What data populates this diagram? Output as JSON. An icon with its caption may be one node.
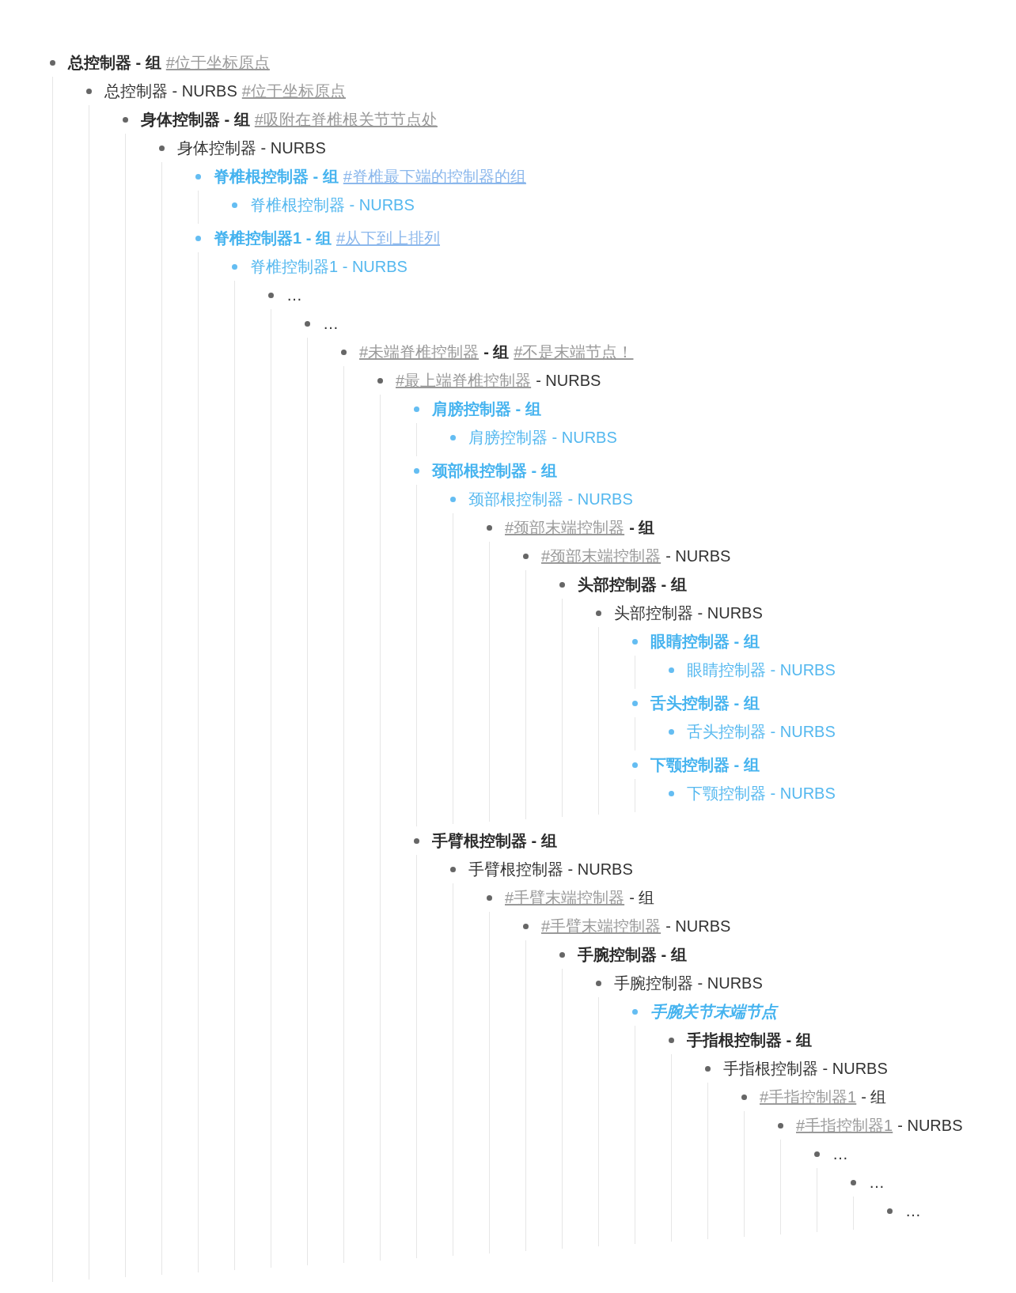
{
  "diagram": {
    "nodes": [
      {
        "text": [
          "总控制器 - 组",
          "#位于坐标原点"
        ]
      },
      {
        "text": [
          "总控制器 - NURBS",
          "#位于坐标原点"
        ],
        "in": 0
      },
      {
        "text": [
          "身体控制器 - 组",
          "#吸附在脊椎根关节节点处"
        ],
        "in": 1
      },
      {
        "text": [
          "身体控制器 - NURBS"
        ],
        "in": 2
      },
      {
        "text": [
          "脊椎根控制器 - 组",
          "#脊椎最下端的控制器的组"
        ],
        "in": 3
      },
      {
        "text": [
          "脊椎根控制器 - NURBS"
        ],
        "in": 4
      },
      {
        "text": [
          "脊椎控制器1 - 组",
          "#从下到上排列"
        ],
        "in": 3
      },
      {
        "text": [
          "脊椎控制器1 - NURBS"
        ],
        "in": 6
      },
      {
        "text": [
          "…"
        ],
        "in": 7
      },
      {
        "text": [
          "…"
        ],
        "in": 8
      },
      {
        "text": [
          "#未端脊椎控制器",
          "- 组",
          "#不是末端节点！"
        ],
        "in": 9
      },
      {
        "text": [
          "#最上端脊椎控制器",
          "- NURBS"
        ],
        "in": 10
      },
      {
        "text": [
          "肩膀控制器 - 组"
        ],
        "in": 11
      },
      {
        "text": [
          "肩膀控制器 - NURBS"
        ],
        "in": 12
      },
      {
        "text": [
          "颈部根控制器 - 组"
        ],
        "in": 11
      },
      {
        "text": [
          "颈部根控制器 - NURBS"
        ],
        "in": 14
      },
      {
        "text": [
          "#颈部末端控制器",
          "- 组"
        ],
        "in": 15
      },
      {
        "text": [
          "#颈部末端控制器",
          "- NURBS"
        ],
        "in": 16
      },
      {
        "text": [
          "头部控制器 - 组"
        ],
        "in": 17
      },
      {
        "text": [
          "头部控制器 - NURBS"
        ],
        "in": 18
      },
      {
        "text": [
          "眼睛控制器 - 组"
        ],
        "in": 19
      },
      {
        "text": [
          "眼睛控制器 - NURBS"
        ],
        "in": 20
      },
      {
        "text": [
          "舌头控制器 - 组"
        ],
        "in": 19
      },
      {
        "text": [
          "舌头控制器 - NURBS"
        ],
        "in": 22
      },
      {
        "text": [
          "下颚控制器 - 组"
        ],
        "in": 19
      },
      {
        "text": [
          "下颚控制器 - NURBS"
        ],
        "in": 24
      },
      {
        "text": [
          "手臂根控制器 - 组"
        ],
        "in": 11
      },
      {
        "text": [
          "手臂根控制器 - NURBS"
        ],
        "in": 26
      },
      {
        "text": [
          "#手臂末端控制器",
          "- 组"
        ],
        "in": 27
      },
      {
        "text": [
          "#手臂末端控制器",
          "- NURBS"
        ],
        "in": 28
      },
      {
        "text": [
          "手腕控制器 - 组"
        ],
        "in": 29
      },
      {
        "text": [
          "手腕控制器 - NURBS"
        ],
        "in": 30
      },
      {
        "text": [
          "手腕关节末端节点"
        ],
        "in": 31
      },
      {
        "text": [
          "手指根控制器 - 组"
        ],
        "in": 32
      },
      {
        "text": [
          "手指根控制器 - NURBS"
        ],
        "in": 33
      },
      {
        "text": [
          "#手指控制器1",
          "- 组"
        ],
        "in": 34
      },
      {
        "text": [
          "#手指控制器1",
          "- NURBS"
        ],
        "in": 35
      },
      {
        "text": [
          "…"
        ],
        "in": 36
      },
      {
        "text": [
          "…"
        ],
        "in": 37
      },
      {
        "text": [
          "…"
        ],
        "in": 38
      }
    ]
  }
}
